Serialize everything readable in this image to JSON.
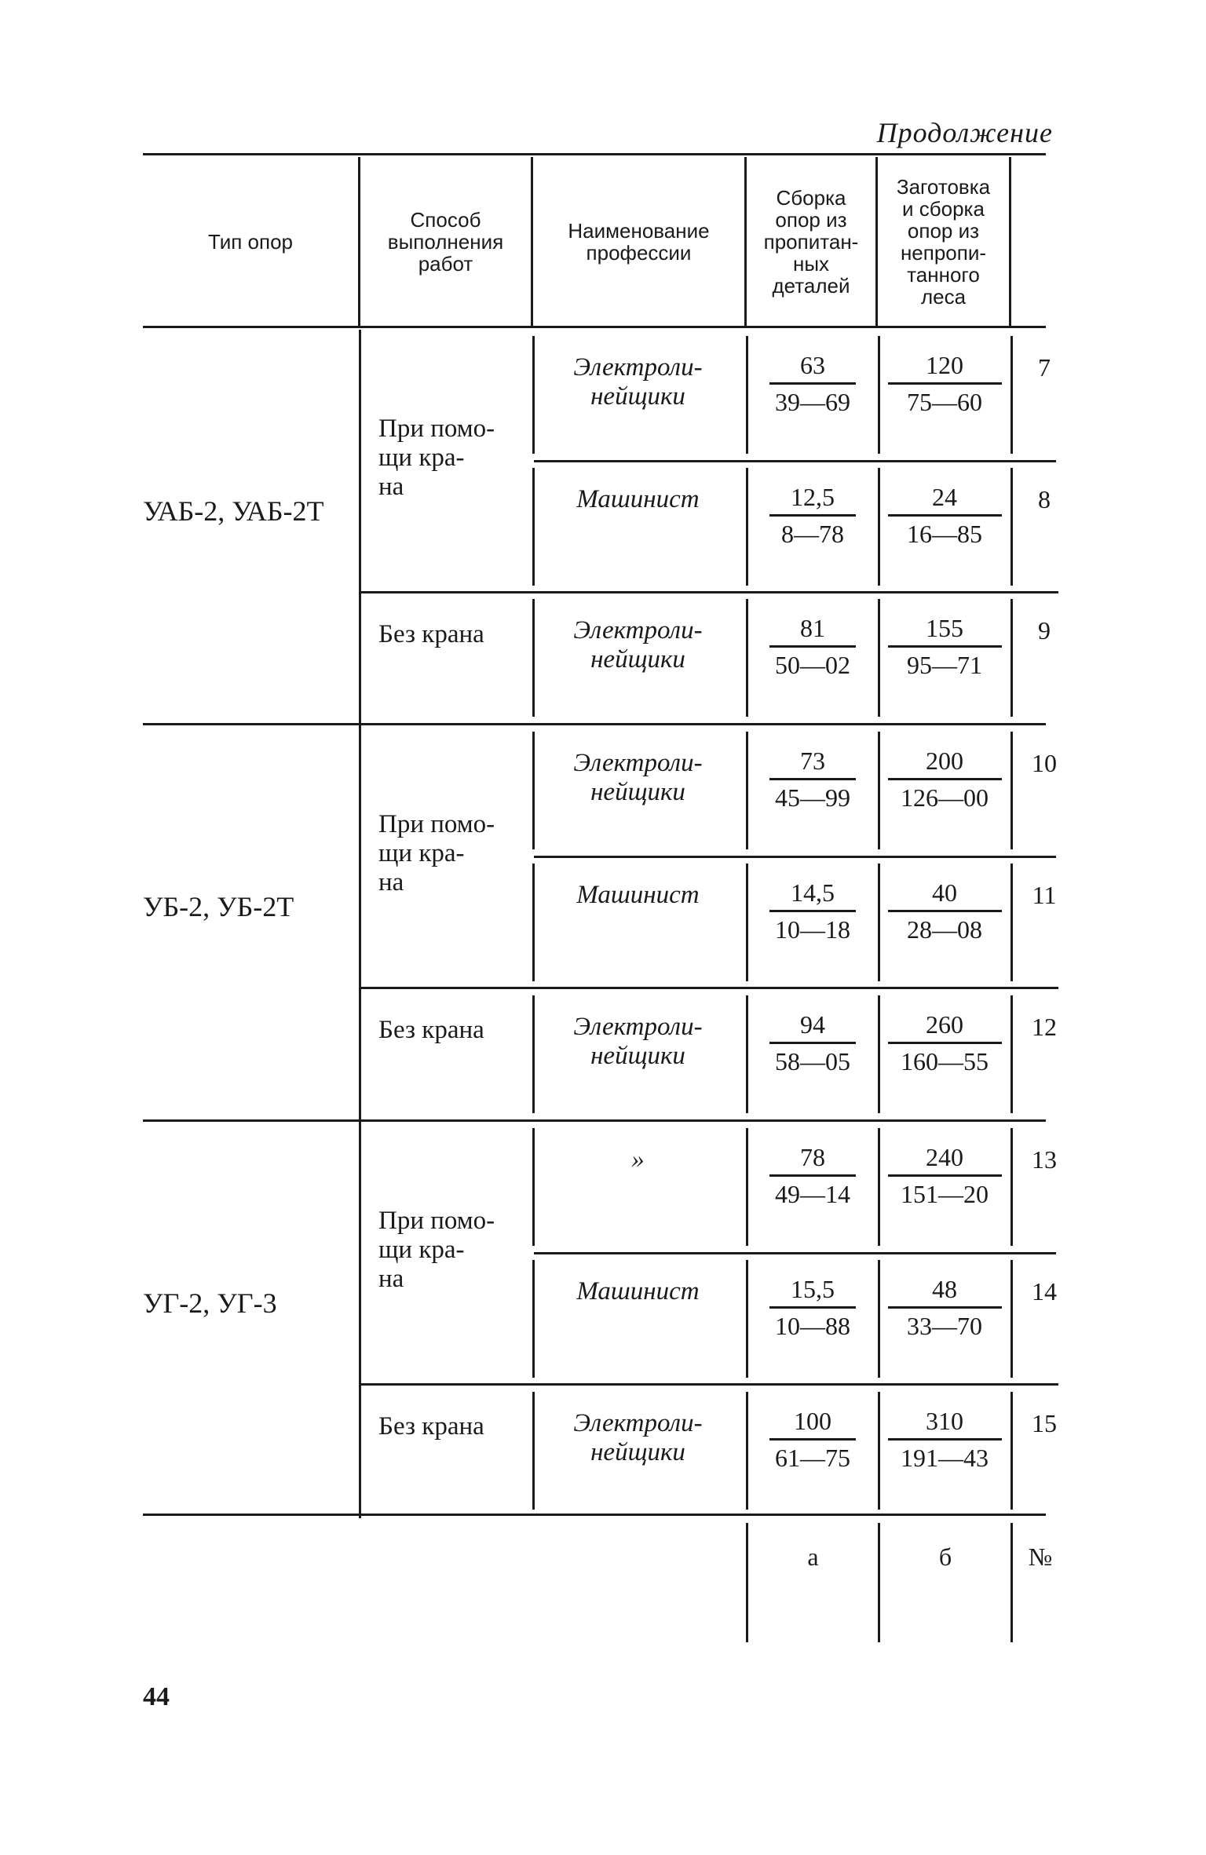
{
  "continuation": "Продолжение",
  "headers": {
    "type": "Тип опор",
    "method": "Способ\nвыполнения\nработ",
    "profession": "Наименование\nпрофессии",
    "col_a": "Сборка\nопор из\nпропитан-\nных\nдеталей",
    "col_b": "Заготовка\nи сборка\nопор из\nнепропи-\nтанного\nлеса"
  },
  "groups": [
    {
      "type": "УАБ-2, УАБ-2Т",
      "method_crane": "При помо-\nщи кра-\nна",
      "method_nocrane": "Без крана"
    },
    {
      "type": "УБ-2, УБ-2Т",
      "method_crane": "При помо-\nщи кра-\nна",
      "method_nocrane": "Без крана"
    },
    {
      "type": "УГ-2, УГ-3",
      "method_crane": "При помо-\nщи кра-\nна",
      "method_nocrane": "Без крана"
    }
  ],
  "rows": [
    {
      "profession": "Электроли-\nнейщики",
      "a_num": "63",
      "a_den": "39—69",
      "b_num": "120",
      "b_den": "75—60",
      "no": "7"
    },
    {
      "profession": "Машинист",
      "a_num": "12,5",
      "a_den": "8—78",
      "b_num": "24",
      "b_den": "16—85",
      "no": "8"
    },
    {
      "profession": "Электроли-\nнейщики",
      "a_num": "81",
      "a_den": "50—02",
      "b_num": "155",
      "b_den": "95—71",
      "no": "9"
    },
    {
      "profession": "Электроли-\nнейщики",
      "a_num": "73",
      "a_den": "45—99",
      "b_num": "200",
      "b_den": "126—00",
      "no": "10"
    },
    {
      "profession": "Машинист",
      "a_num": "14,5",
      "a_den": "10—18",
      "b_num": "40",
      "b_den": "28—08",
      "no": "11"
    },
    {
      "profession": "Электроли-\nнейщики",
      "a_num": "94",
      "a_den": "58—05",
      "b_num": "260",
      "b_den": "160—55",
      "no": "12"
    },
    {
      "profession": "»",
      "a_num": "78",
      "a_den": "49—14",
      "b_num": "240",
      "b_den": "151—20",
      "no": "13"
    },
    {
      "profession": "Машинист",
      "a_num": "15,5",
      "a_den": "10—88",
      "b_num": "48",
      "b_den": "33—70",
      "no": "14"
    },
    {
      "profession": "Электроли-\nнейщики",
      "a_num": "100",
      "a_den": "61—75",
      "b_num": "310",
      "b_den": "191—43",
      "no": "15"
    }
  ],
  "footer": {
    "a": "а",
    "b": "б",
    "no": "№"
  },
  "page_number": "44"
}
